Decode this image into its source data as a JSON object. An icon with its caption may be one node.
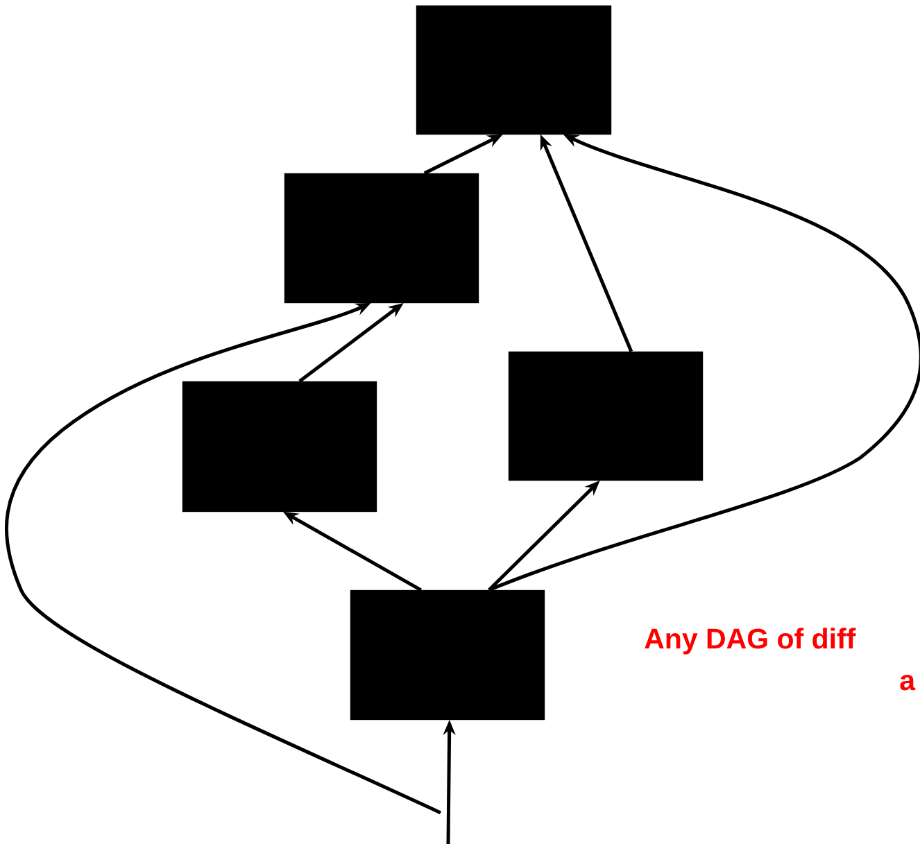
{
  "diagram": {
    "nodes": [
      {
        "text": [],
        "shape": "box"
      },
      {
        "text": [],
        "shape": "box"
      },
      {
        "text": [],
        "shape": "box"
      },
      {
        "text": [],
        "shape": "box"
      },
      {
        "text": [],
        "shape": "box"
      }
    ],
    "edges": [
      {
        "from": 1,
        "to": 0,
        "arrow": "to"
      },
      {
        "from": 3,
        "to": 0,
        "arrow": "to"
      },
      {
        "from": 4,
        "to": 0,
        "arrow": "to"
      },
      {
        "from": 2,
        "to": 1,
        "arrow": "to"
      },
      {
        "from": 4,
        "to": 2,
        "arrow": "to"
      },
      {
        "from": 4,
        "to": 3,
        "arrow": "to"
      },
      {
        "from": null,
        "to": 4,
        "arrow": "to"
      },
      {
        "from": null,
        "to": 1,
        "arrow": "to"
      }
    ],
    "labels": [
      "Any DAG of diff",
      "a"
    ]
  }
}
